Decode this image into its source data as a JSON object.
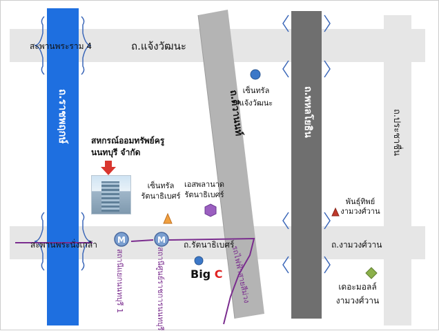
{
  "colors": {
    "road_light": "#e6e6e6",
    "road_gray": "#b7b7b7",
    "road_dark": "#6f6f6f",
    "road_blue": "#1e6fe0",
    "metro": "#7a2c8e",
    "marker_blue": "#3c78c8",
    "marker_orange": "#f0a040",
    "marker_purple": "#9b5fc0",
    "marker_red": "#c0392b",
    "marker_green": "#8bb04a",
    "arrow": "#d9362f"
  },
  "roads": {
    "top_left": "สะพานพระราม 4",
    "top_right": "ถ.แจ้งวัฒนะ",
    "mid_left": "สะพานพระนั่งเกล้า",
    "mid_center": "ถ.รัตนาธิเบศร์",
    "mid_right": "ถ.งามวงศ์วาน",
    "blue_vertical": "ถ.ราชพฤกษ์",
    "gray_diagonal": "ถ.ติวานนท์",
    "dark_vertical": "ถ.พหลโยธิน",
    "right_vertical": "ถ.ประชาชื่น",
    "metro_line": "รถไฟฟ้าสายสีม่วง"
  },
  "stations": [
    "สถานีแยกนนทบุรี 1",
    "สถานีศูนย์ราชการนนทบุรี"
  ],
  "places": {
    "central_chaeng": "เซ็นทรัล\nแจ้งวัฒนะ",
    "coop": "สหกรณ์ออมทรัพย์ครู\nนนทบุรี จำกัด",
    "central_rattana": "เซ็นทรัล\nรัตนาธิเบศร์",
    "esplanade": "เอสพลานาด\nรัตนาธิเบศร์",
    "pantip": "พันธุ์ทิพย์\nงามวงศ์วาน",
    "mall": "เดอะมอลล์\nงามวงศ์วาน",
    "bigc_main": "Big ",
    "bigc_letter": "C"
  },
  "metro_icon_letter": "M"
}
